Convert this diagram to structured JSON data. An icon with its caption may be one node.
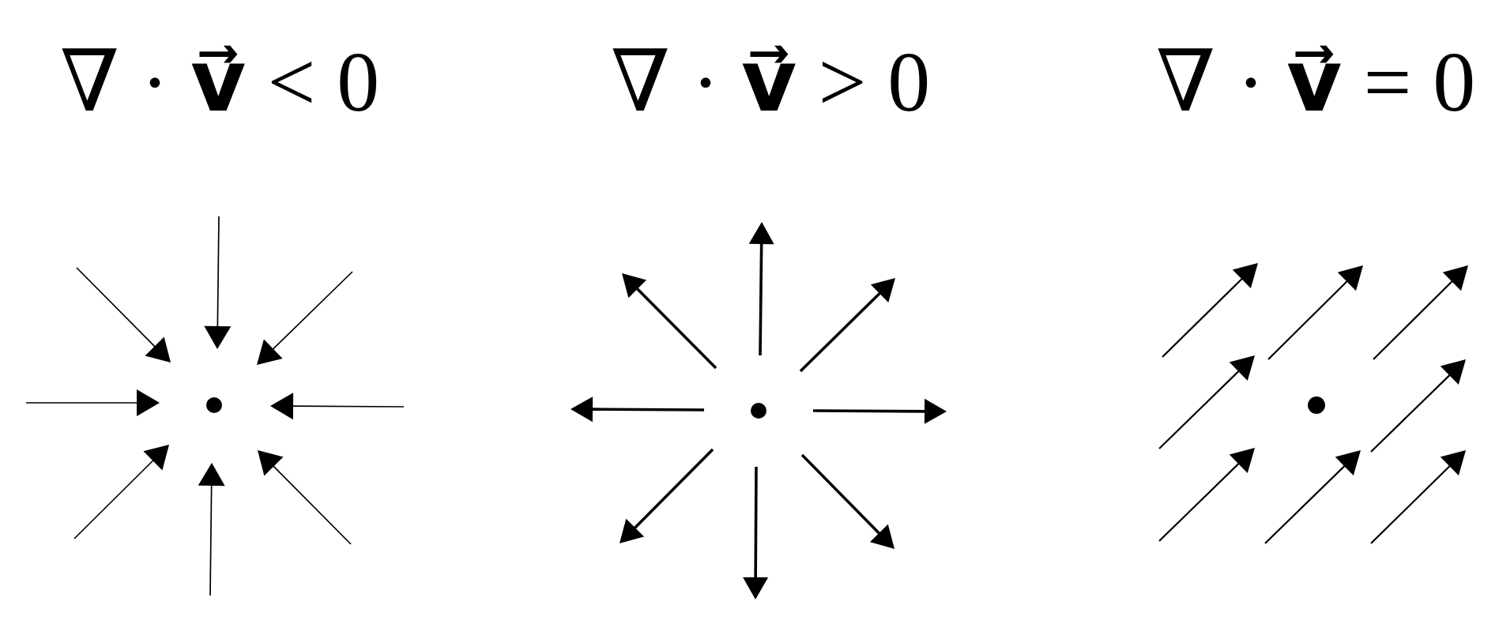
{
  "diagram": {
    "labels": [
      "∇ · **v⃗** < 0",
      "∇ · **v⃗** > 0",
      "∇ · **v⃗** = 0"
    ]
  }
}
